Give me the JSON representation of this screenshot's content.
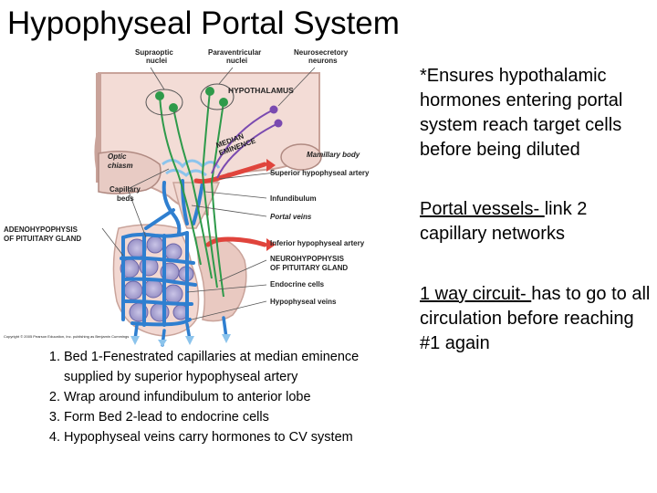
{
  "slide": {
    "title": "Hypophyseal Portal System"
  },
  "figure": {
    "labels": {
      "supraoptic": [
        "Supraoptic",
        "nuclei"
      ],
      "paraventricular": [
        "Paraventricular",
        "nuclei"
      ],
      "neurosecretory": [
        "Neurosecretory",
        "neurons"
      ],
      "hypothalamus": "HYPOTHALAMUS",
      "median_eminence": [
        "MEDIAN",
        "EMINENCE"
      ],
      "optic_chiasm": [
        "Optic",
        "chiasm"
      ],
      "mamillary_body": "Mamillary body",
      "superior_artery": "Superior hypophyseal artery",
      "capillary_beds": [
        "Capillary",
        "beds"
      ],
      "infundibulum": "Infundibulum",
      "portal_veins": "Portal veins",
      "adenohypophysis": [
        "ADENOHYPOPHYSIS",
        "OF PITUITARY GLAND"
      ],
      "inferior_artery": "Inferior hypophyseal artery",
      "neurohypophysis": [
        "NEUROHYPOPHYSIS",
        "OF PITUITARY GLAND"
      ],
      "endocrine_cells": "Endocrine cells",
      "hypophyseal_veins": "Hypophyseal veins",
      "copyright": "Copyright © 2005 Pearson Education, Inc. publishing as Benjamin Cummings"
    },
    "colors": {
      "artery": "#e0443c",
      "vein": "#2f7fd0",
      "vein_light": "#8cc4ec",
      "neuron": "#2e9a4a",
      "neuron_purple": "#7a4ab0",
      "tissue": "#f3dcd6",
      "tissue_dark": "#c9a39a",
      "cell": "#a9a3cf"
    }
  },
  "bullets": {
    "b1": "*Ensures hypothalamic hormones entering portal system reach target cells before being diluted",
    "b2_term": "Portal vessels- ",
    "b2_rest": "link 2 capillary networks",
    "b3_term": "1 way circuit- ",
    "b3_rest": "has to go to all circulation before reaching #1 again"
  },
  "steps": [
    "Bed 1-Fenestrated capillaries at median eminence supplied by superior hypophyseal artery",
    "Wrap around infundibulum to anterior lobe",
    "Form Bed 2-lead to endocrine cells",
    "Hypophyseal veins carry hormones to CV system"
  ]
}
